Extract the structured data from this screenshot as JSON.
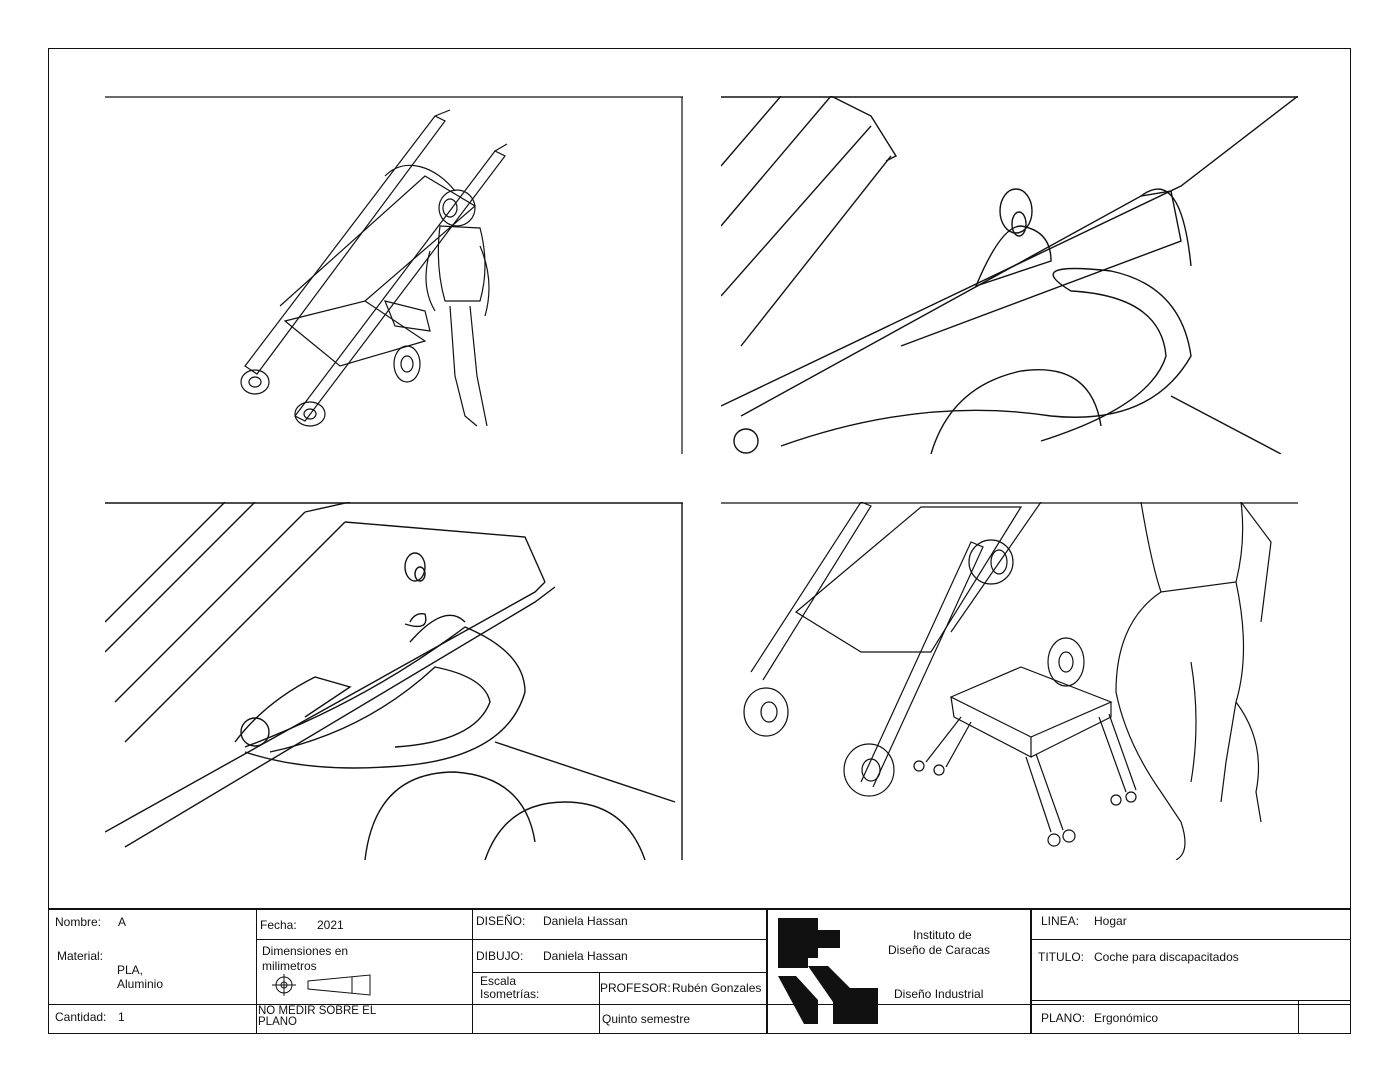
{
  "title_block": {
    "nombre_label": "Nombre:",
    "nombre_value": "A",
    "material_label": "Material:",
    "material_value_1": "PLA,",
    "material_value_2": "Aluminio",
    "cantidad_label": "Cantidad:",
    "cantidad_value": "1",
    "fecha_label": "Fecha:",
    "fecha_value": "2021",
    "dimensiones_1": "Dimensiones en",
    "dimensiones_2": "milimetros",
    "no_medir_1": "NO MEDIR SOBRE EL",
    "no_medir_2": "PLANO",
    "diseno_label": "DISEÑO:",
    "diseno_value": "Daniela Hassan",
    "dibujo_label": "DIBUJO:",
    "dibujo_value": "Daniela Hassan",
    "escala_1": "Escala",
    "escala_2": "Isometrías:",
    "profesor_label": "PROFESOR:",
    "profesor_value": "Rubén Gonzales",
    "semestre": "Quinto semestre",
    "instituto_1": "Instituto de",
    "instituto_2": "Diseño de Caracas",
    "departamento": "Diseño Industrial",
    "linea_label": "LINEA:",
    "linea_value": "Hogar",
    "titulo_label": "TITULO:",
    "titulo_value": "Coche para discapacitados",
    "plano_label": "PLANO:",
    "plano_value": "Ergonómico"
  }
}
